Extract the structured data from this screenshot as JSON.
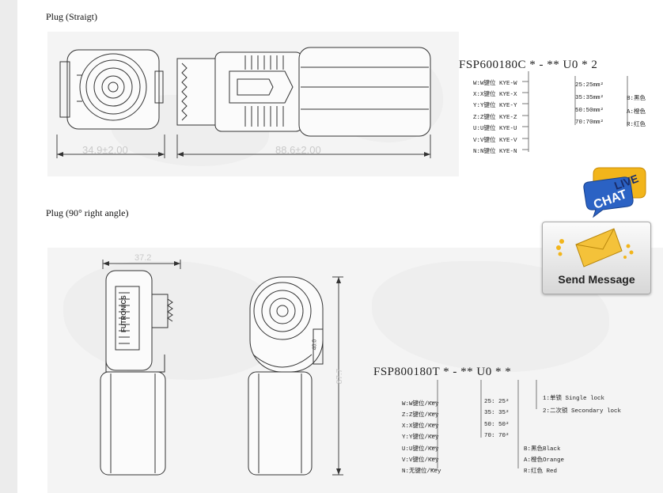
{
  "sections": [
    {
      "title": "Plug (Straigt)"
    },
    {
      "title": "Plug (90° right angle)"
    }
  ],
  "straight": {
    "dim_front": "34.9±2.00",
    "dim_side": "88.6±2.00",
    "part_number": "FSP600180C * - ** U0 * 2",
    "keys": [
      "W:W键位 KYE-W",
      "X:X键位 KYE-X",
      "Y:Y键位 KYE-Y",
      "Z:Z键位 KYE-Z",
      "U:U键位 KYE-U",
      "V:V键位 KYE-V",
      "N:N键位 KYE-N"
    ],
    "sizes": [
      "25:25mm²",
      "35:35mm²",
      "50:50mm²",
      "70:70mm²"
    ],
    "colors": [
      "B:黑色",
      "A:橙色",
      "R:红色"
    ]
  },
  "right_angle": {
    "dim_top": "37.2",
    "dim_height": "87.7",
    "dim_side": "40.0",
    "brand": "FUTRONICS",
    "part_number": "FSP800180T * - ** U0 * *",
    "keys": [
      "W:W键位/Key",
      "Z:Z键位/Key",
      "X:X键位/Key",
      "Y:Y键位/Key",
      "U:U键位/Key",
      "V:V键位/Key",
      "N:无键位/Key"
    ],
    "sizes": [
      "25: 25²",
      "35: 35²",
      "50: 50²",
      "70: 70²"
    ],
    "locks": [
      "1:单锁 Single lock",
      "2:二次锁 Secondary lock"
    ],
    "colors": [
      "B:黑色Black",
      "A:橙色Orange",
      "R:红色 Red"
    ]
  },
  "widgets": {
    "live_line1": "LIVE",
    "live_line2": "CHAT",
    "send_message": "Send Message"
  }
}
